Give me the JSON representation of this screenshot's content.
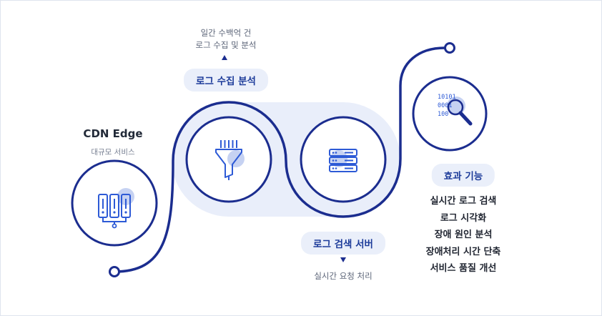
{
  "cdn": {
    "title": "CDN Edge",
    "subtitle": "대규모 서비스"
  },
  "collect": {
    "note_line1": "일간 수백억 건",
    "note_line2": "로그 수집 및 분석",
    "label": "로그 수집 분석"
  },
  "search": {
    "label": "로그 검색 서버",
    "note": "실시간 요청 처리"
  },
  "effect": {
    "label": "효과 기능",
    "items": [
      "실시간 로그 검색",
      "로그 시각화",
      "장애 원인 분석",
      "장애처리 시간 단축",
      "서비스 품질 개선"
    ]
  },
  "search_icon_text": {
    "line1": "10101",
    "line2": "0001",
    "line3": "100"
  },
  "colors": {
    "line": "#1b2d8f",
    "accent": "#2d5ad6",
    "halo": "#c6d2f2",
    "band": "#e9eefa"
  },
  "icons": [
    "server-rack-icon",
    "funnel-filter-icon",
    "database-server-icon",
    "magnifier-binary-icon",
    "arrow-up-icon",
    "arrow-down-icon"
  ]
}
